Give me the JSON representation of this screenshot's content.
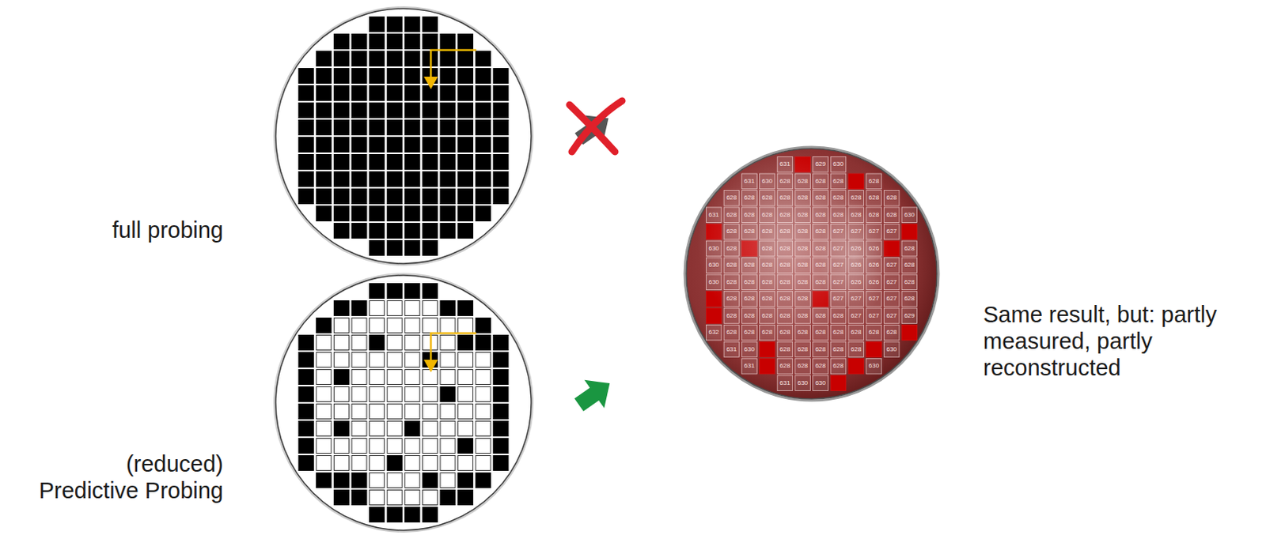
{
  "diagram": {
    "labels": [
      "full probing",
      "(reduced) Predictive Probing",
      "631",
      "629",
      "630",
      "631",
      "630",
      "628",
      "628",
      "628",
      "628",
      "628",
      "628",
      "628",
      "628",
      "628",
      "628",
      "628",
      "628",
      "628",
      "628",
      "628",
      "631",
      "628",
      "628",
      "628",
      "628",
      "628",
      "628",
      "628",
      "628",
      "628",
      "628",
      "630",
      "628",
      "628",
      "628",
      "628",
      "628",
      "628",
      "627",
      "627",
      "627",
      "627",
      "630",
      "628",
      "628",
      "628",
      "628",
      "628",
      "627",
      "626",
      "626",
      "628",
      "630",
      "628",
      "628",
      "628",
      "628",
      "628",
      "628",
      "627",
      "626",
      "626",
      "627",
      "628",
      "630",
      "628",
      "628",
      "628",
      "628",
      "628",
      "628",
      "627",
      "626",
      "626",
      "627",
      "628",
      "628",
      "628",
      "628",
      "628",
      "628",
      "627",
      "627",
      "627",
      "627",
      "628",
      "628",
      "628",
      "628",
      "628",
      "628",
      "628",
      "628",
      "627",
      "627",
      "627",
      "629",
      "632",
      "628",
      "628",
      "628",
      "628",
      "628",
      "628",
      "628",
      "628",
      "628",
      "628",
      "631",
      "630",
      "628",
      "628",
      "628",
      "628",
      "628",
      "630",
      "631",
      "628",
      "628",
      "628",
      "628",
      "630",
      "631",
      "630",
      "630",
      "Same result, but: partly measured, partly reconstructed"
    ]
  }
}
